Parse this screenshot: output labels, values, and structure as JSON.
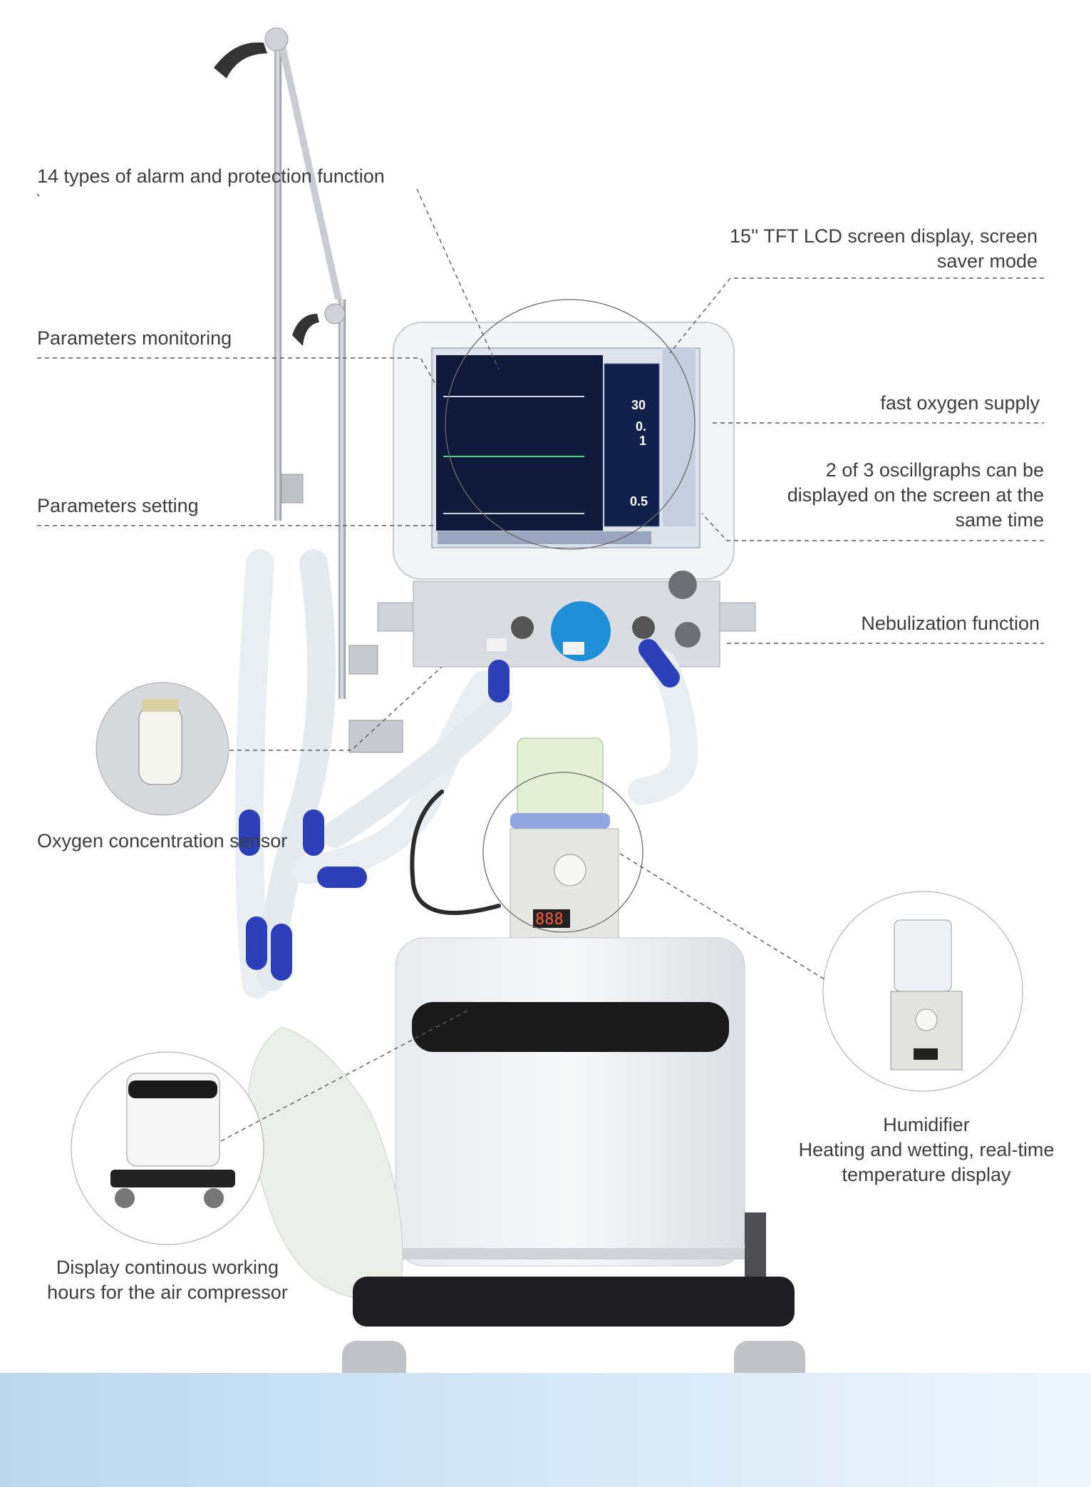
{
  "callouts": {
    "alarm": "14 types of alarm and protection function",
    "screen_line1": "15'' TFT LCD screen display, screen",
    "screen_line2": "saver mode",
    "monitoring": "Parameters monitoring",
    "oxygen_supply": "fast oxygen supply",
    "oscill_line1": "2 of 3 oscillgraphs can be",
    "oscill_line2": "displayed on the screen at the",
    "oscill_line3": "same time",
    "setting": "Parameters setting",
    "nebulization": "Nebulization function",
    "oxygen_sensor": "Oxygen concentration sensor",
    "humidifier_title": "Humidifier",
    "humidifier_line1": "Heating and wetting, real-time",
    "humidifier_line2": "temperature display",
    "compressor_line1": "Display continous working",
    "compressor_line2": "hours for the air compressor"
  },
  "screen_readouts": {
    "value_a": "30",
    "value_b": "0.",
    "value_c": "1",
    "value_d": "0.5"
  },
  "humidifier_display": "888",
  "colors": {
    "accent_blue": "#2a3fb8",
    "screen_bg": "#0f1a3a",
    "band_start": "#b9d8f0",
    "band_end": "#eef6fc"
  }
}
